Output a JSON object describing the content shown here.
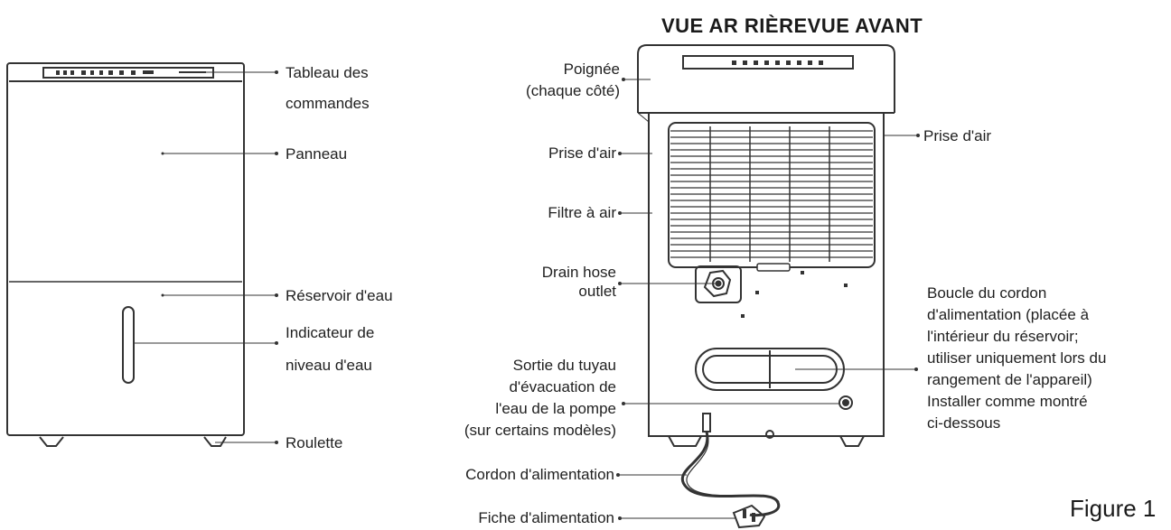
{
  "header": {
    "title": "VUE AR RIÈREVUE AVANT"
  },
  "figure_label": "Figure 1",
  "front_view": {
    "labels": {
      "control_panel_line1": "Tableau des",
      "control_panel_line2": "commandes",
      "panel": "Panneau",
      "water_tank": "Réservoir d'eau",
      "level_line1": "Indicateur de",
      "level_line2": "niveau d'eau",
      "caster": "Roulette"
    }
  },
  "rear_view": {
    "labels": {
      "handle_line1": "Poignée",
      "handle_line2": "(chaque côté)",
      "air_intake_left": "Prise d'air",
      "air_filter": "Filtre à air",
      "drain_line1": "Drain hose",
      "drain_line2": "outlet",
      "pump_line1": "Sortie du tuyau",
      "pump_line2": "d'évacuation de",
      "pump_line3": "l'eau de la pompe",
      "pump_line4": "(sur certains modèles)",
      "power_cord": "Cordon d'alimentation",
      "plug": "Fiche d'alimentation",
      "air_intake_right": "Prise d'air",
      "cord_loop_line1": "Boucle du cordon",
      "cord_loop_line2": "d'alimentation (placée à",
      "cord_loop_line3": "l'intérieur du réservoir;",
      "cord_loop_line4": "utiliser uniquement lors du",
      "cord_loop_line5": "rangement de l'appareil)",
      "cord_loop_line6": "Installer comme montré",
      "cord_loop_line7": "ci-dessous"
    }
  }
}
